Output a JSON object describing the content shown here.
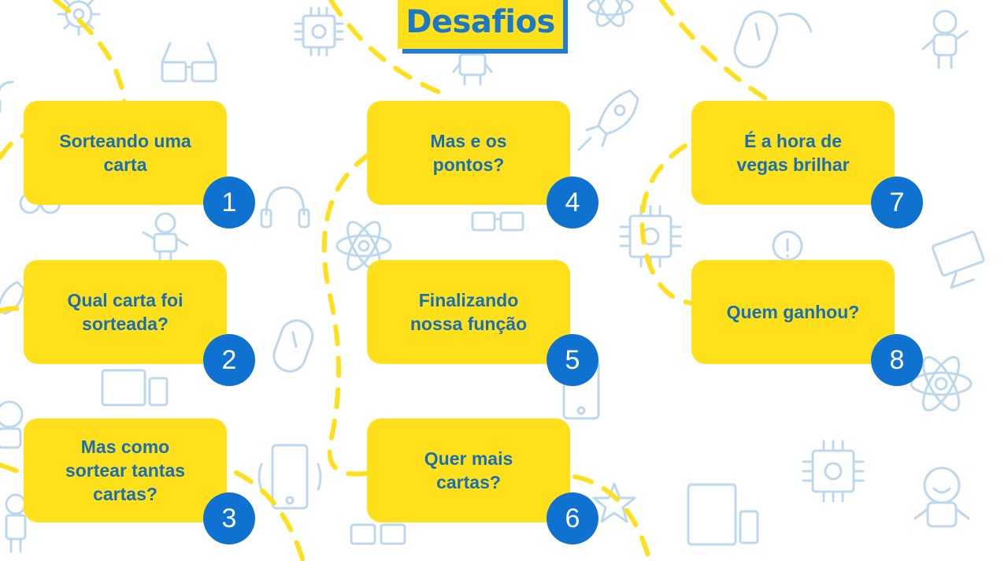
{
  "title": "Desafios",
  "colors": {
    "card": "#ffe01b",
    "card_text": "#1a6fb3",
    "badge": "#0f72d1",
    "title_accent": "#1f7fd6",
    "path": "#ffe01b",
    "doodle": "#bcd8ee"
  },
  "challenges": [
    {
      "number": "1",
      "label": "Sorteando uma\ncarta"
    },
    {
      "number": "2",
      "label": "Qual carta foi\nsorteada?"
    },
    {
      "number": "3",
      "label": "Mas como\nsortear tantas\ncartas?"
    },
    {
      "number": "4",
      "label": "Mas e os\npontos?"
    },
    {
      "number": "5",
      "label": "Finalizando\nnossa função"
    },
    {
      "number": "6",
      "label": "Quer mais\ncartas?"
    },
    {
      "number": "7",
      "label": "É a hora de\nvegas brilhar"
    },
    {
      "number": "8",
      "label": "Quem ganhou?"
    }
  ],
  "background_icons": [
    "gear-icon",
    "vr-glasses-icon",
    "chip-icon",
    "robot-icon",
    "atom-icon",
    "mouse-icon",
    "rocket-icon",
    "headphones-icon",
    "smartphone-icon",
    "monitor-icon",
    "lightbulb-icon",
    "star-icon",
    "devices-icon",
    "astronaut-icon"
  ]
}
